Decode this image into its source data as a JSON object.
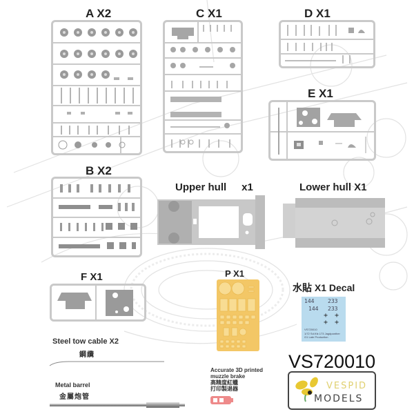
{
  "sprues": [
    {
      "id": "A",
      "label": "A X2"
    },
    {
      "id": "C",
      "label": "C X1"
    },
    {
      "id": "D",
      "label": "D X1"
    },
    {
      "id": "E",
      "label": "E X1"
    },
    {
      "id": "B",
      "label": "B X2"
    },
    {
      "id": "F",
      "label": "F X1"
    },
    {
      "id": "P",
      "label": "P X1"
    }
  ],
  "hull": {
    "upper_label": "Upper hull",
    "upper_qty": "x1",
    "lower_label": "Lower hull X1"
  },
  "decal": {
    "label": "水貼 X1 Decal",
    "row1_left": "144",
    "row1_right": "233",
    "row2_left": "144",
    "row2_right": "233",
    "code": "VS720010",
    "line1": "1/72 Sd.Kfz.173 Jagdpanther",
    "line2": "G1 Late Production"
  },
  "accessories": {
    "cable_label": "Steel tow cable  X2",
    "cable_cn": "鋼纜",
    "barrel_label": "Metal barrel",
    "barrel_cn": "金屬炮管",
    "muzzle_line1": "Accurate 3D printed",
    "muzzle_line2": "muzzle brake",
    "muzzle_cn1": "高精度紅蠟",
    "muzzle_cn2": "打印製退器"
  },
  "product": {
    "code": "VS720010",
    "brand_top": "VESPID",
    "brand_bottom": "MODELS"
  },
  "colors": {
    "sprue": "#c9c9c9",
    "part": "#8e8e8e",
    "photoetch": "#f3c766",
    "decal_bg": "#b9dbee",
    "muzzle": "#ee8a8a",
    "brand_yellow": "#e8c832"
  }
}
